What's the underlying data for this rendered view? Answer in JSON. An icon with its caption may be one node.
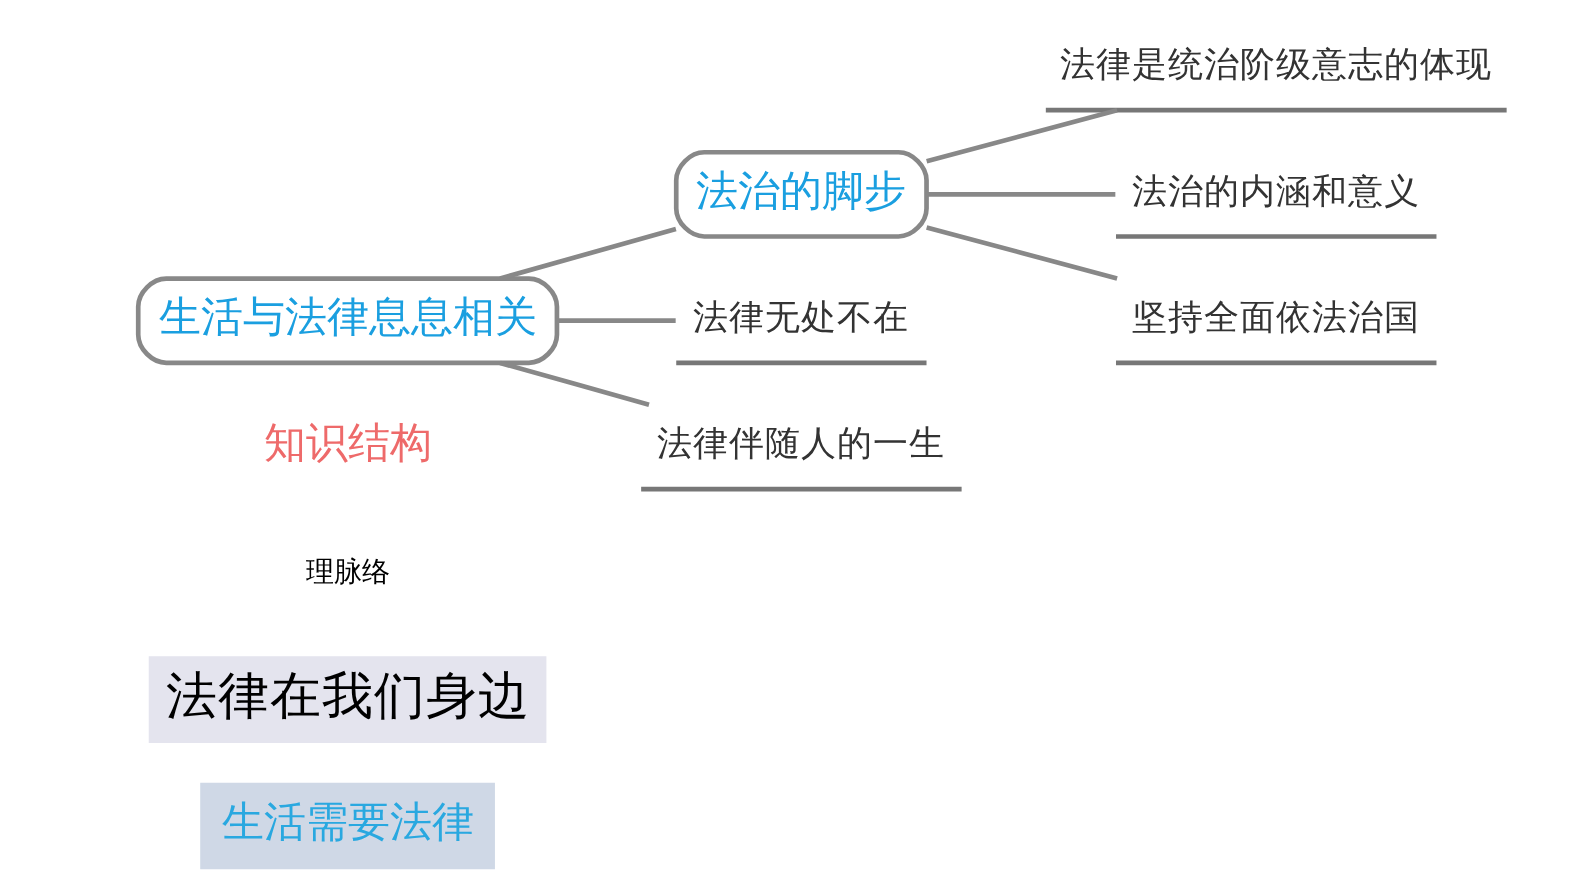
{
  "diagram": {
    "nodes": [
      {
        "text": [
          "法律在我们身边"
        ]
      },
      {
        "text": [
          "生活需要法律"
        ]
      },
      {
        "text": [
          "生活与法律息息相关"
        ]
      },
      {
        "text": [
          "法治的脚步"
        ]
      },
      {
        "text": [
          "法律无处不在"
        ]
      },
      {
        "text": [
          "法律伴随人的一生"
        ]
      },
      {
        "text": [
          "法律是统治阶级意志的体现"
        ]
      },
      {
        "text": [
          "法治的内涵和意义"
        ]
      },
      {
        "text": [
          "坚持全面依法治国"
        ]
      }
    ],
    "edges": [
      {
        "from": 2,
        "to": 3,
        "arrow": "none"
      },
      {
        "from": 2,
        "to": 4,
        "arrow": "none"
      },
      {
        "from": 2,
        "to": 5,
        "arrow": "none"
      },
      {
        "from": 3,
        "to": 6,
        "arrow": "none"
      },
      {
        "from": 3,
        "to": 7,
        "arrow": "none"
      },
      {
        "from": 3,
        "to": 8,
        "arrow": "none"
      }
    ],
    "labels": [
      "知识结构",
      "理脉络"
    ]
  }
}
